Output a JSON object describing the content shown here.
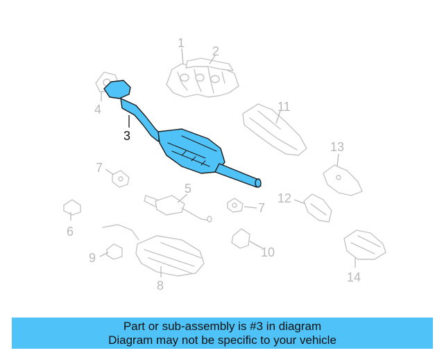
{
  "callouts": {
    "c1": "1",
    "c2": "2",
    "c3": "3",
    "c4": "4",
    "c5": "5",
    "c6": "6",
    "c7a": "7",
    "c7b": "7",
    "c8": "8",
    "c9": "9",
    "c10": "10",
    "c11": "11",
    "c12": "12",
    "c13": "13",
    "c14": "14"
  },
  "highlighted_part": "3",
  "colors": {
    "highlight": "#4fc3f7",
    "ghost": "#c4c4c4",
    "text": "#111111"
  },
  "banner": {
    "line1": "Part or sub-assembly is #3 in diagram",
    "line2": "Diagram may not be specific to your vehicle"
  }
}
